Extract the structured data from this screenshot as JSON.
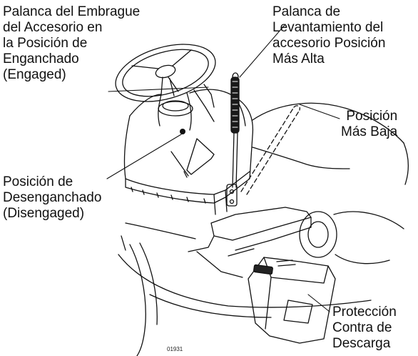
{
  "labels": {
    "clutch_lever": [
      "Palanca del Embrague",
      "del Accesorio en",
      "la Posición de",
      "Enganchado",
      "(Engaged)"
    ],
    "lift_lever": [
      "Palanca de",
      "Levantamiento del",
      "accesorio Posición",
      "Más Alta"
    ],
    "lowest_position": [
      "Posición",
      "Más Baja"
    ],
    "disengaged_position": [
      "Posición de",
      "Desenganchado",
      "(Disengaged)"
    ],
    "discharge_guard": [
      "Protección",
      "Contra de",
      "Descarga"
    ]
  },
  "figure_id": "01931",
  "colors": {
    "ink": "#111111",
    "background": "#ffffff"
  }
}
